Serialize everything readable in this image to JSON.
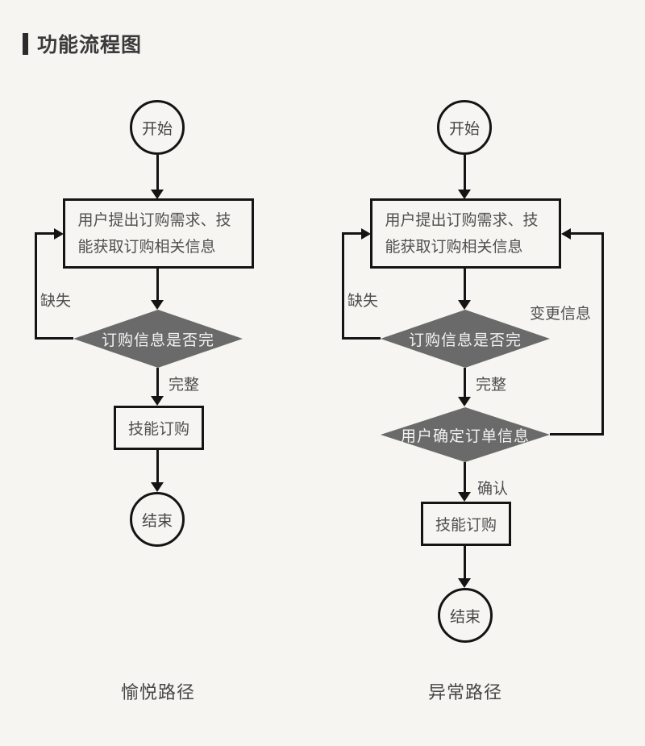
{
  "page": {
    "title": "功能流程图",
    "background": "#f6f5f2",
    "line_color": "#141414",
    "diamond_fill": "#6a6a6a"
  },
  "flows": {
    "happy": {
      "caption": "愉悦路径",
      "start": "开始",
      "request_box": "用户提出订购需求、技能获取订购相关信息",
      "decision_complete": "订购信息是否完",
      "edge_missing": "缺失",
      "edge_complete": "完整",
      "subscribe_box": "技能订购",
      "end": "结束"
    },
    "exception": {
      "caption": "异常路径",
      "start": "开始",
      "request_box": "用户提出订购需求、技能获取订购相关信息",
      "decision_complete": "订购信息是否完",
      "edge_missing": "缺失",
      "edge_complete": "完整",
      "decision_confirm": "用户确定订单信息",
      "edge_change": "变更信息",
      "edge_confirm": "确认",
      "subscribe_box": "技能订购",
      "end": "结束"
    }
  }
}
